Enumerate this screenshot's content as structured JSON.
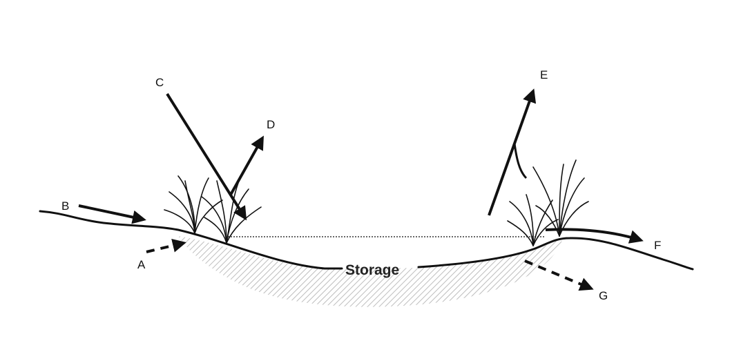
{
  "labels": {
    "a": "A",
    "b": "B",
    "c": "C",
    "d": "D",
    "e": "E",
    "f": "F",
    "g": "G",
    "storage": "Storage"
  },
  "arrows": [
    {
      "label": "A",
      "style": "dashed"
    },
    {
      "label": "B",
      "style": "solid"
    },
    {
      "label": "C",
      "style": "solid"
    },
    {
      "label": "D",
      "style": "solid"
    },
    {
      "label": "E",
      "style": "solid"
    },
    {
      "label": "F",
      "style": "solid"
    },
    {
      "label": "G",
      "style": "dashed"
    }
  ],
  "colors": {
    "line": "#111111",
    "hatch": "#bdbdbd"
  }
}
